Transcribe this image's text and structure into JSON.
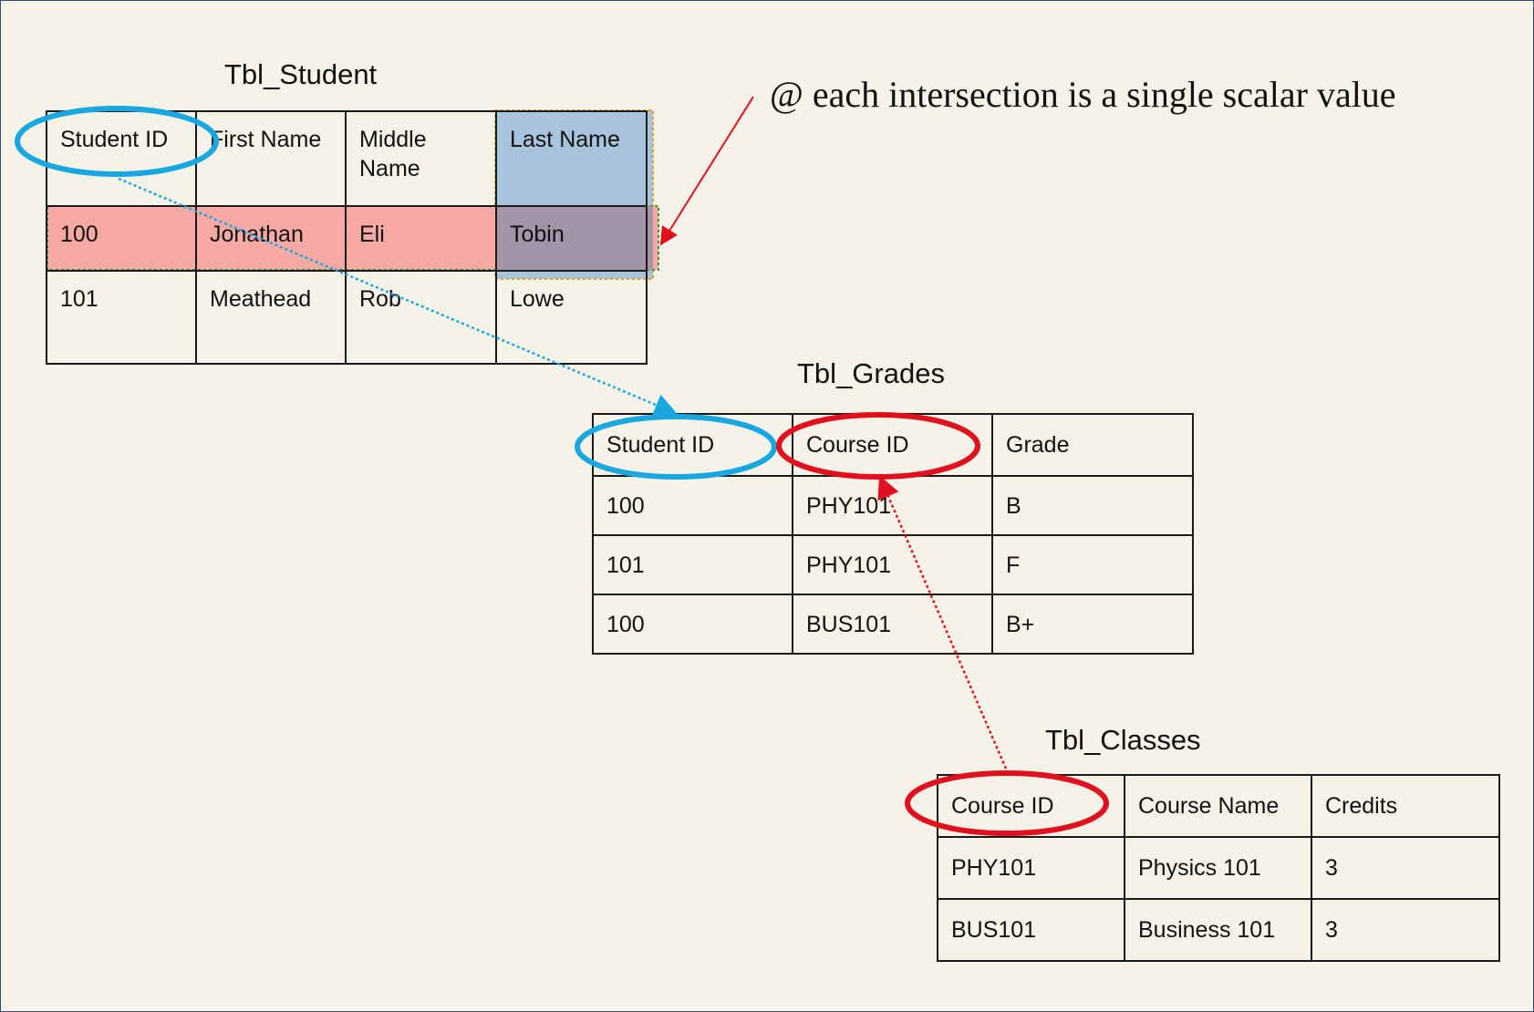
{
  "annotation": "@ each intersection is a single scalar value",
  "student": {
    "title": "Tbl_Student",
    "headers": [
      "Student ID",
      "First Name",
      "Middle Name",
      "Last Name"
    ],
    "rows": [
      [
        "100",
        "Jonathan",
        "Eli",
        "Tobin"
      ],
      [
        "101",
        "Meathead",
        "Rob",
        "Lowe"
      ]
    ]
  },
  "grades": {
    "title": "Tbl_Grades",
    "headers": [
      "Student ID",
      "Course ID",
      "Grade"
    ],
    "rows": [
      [
        "100",
        "PHY101",
        "B"
      ],
      [
        "101",
        "PHY101",
        "F"
      ],
      [
        "100",
        "BUS101",
        "B+"
      ]
    ]
  },
  "classes": {
    "title": "Tbl_Classes",
    "headers": [
      "Course ID",
      "Course Name",
      "Credits"
    ],
    "rows": [
      [
        "PHY101",
        "Physics 101",
        "3"
      ],
      [
        "BUS101",
        "Business 101",
        "3"
      ]
    ]
  },
  "colors": {
    "background": "#f5f2e8",
    "row_highlight": "#f7a9a4",
    "column_highlight": "#a7c4dc",
    "intersection": "#a394a8",
    "student_key": "#1aa7e0",
    "course_key": "#e0101e"
  }
}
